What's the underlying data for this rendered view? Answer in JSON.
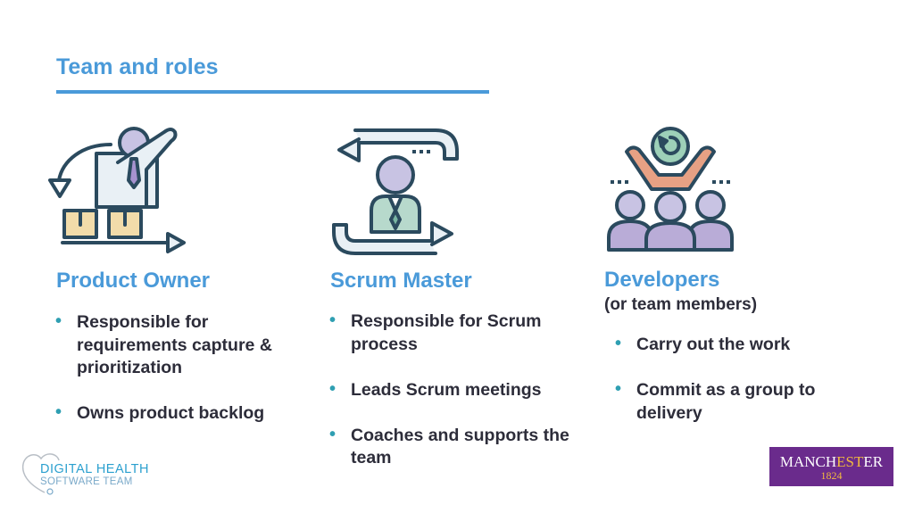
{
  "slide": {
    "title": "Team and roles"
  },
  "columns": [
    {
      "heading": "Product Owner",
      "icon": "product-owner-icon",
      "bullets": [
        "Responsible for requirements capture & prioritization",
        "Owns product backlog"
      ]
    },
    {
      "heading": "Scrum Master",
      "icon": "scrum-master-icon",
      "bullets": [
        "Responsible for Scrum process",
        "Leads Scrum meetings",
        "Coaches and supports the team"
      ]
    },
    {
      "heading": "Developers",
      "subheading": "(or team members)",
      "icon": "developers-icon",
      "bullets": [
        "Carry out the work",
        "Commit as a group to delivery"
      ]
    }
  ],
  "logos": {
    "digital_health_line1": "DIGITAL HEALTH",
    "digital_health_line2": "SOFTWARE TEAM",
    "manchester_name_a": "MANCH",
    "manchester_name_b": "EST",
    "manchester_name_c": "ER",
    "manchester_year": "1824"
  },
  "colors": {
    "accent": "#4a9ad9",
    "bullet": "#2f9fb2",
    "text": "#2d2d3a",
    "manchester_purple": "#6a2b8c",
    "manchester_gold": "#f1b93f"
  }
}
